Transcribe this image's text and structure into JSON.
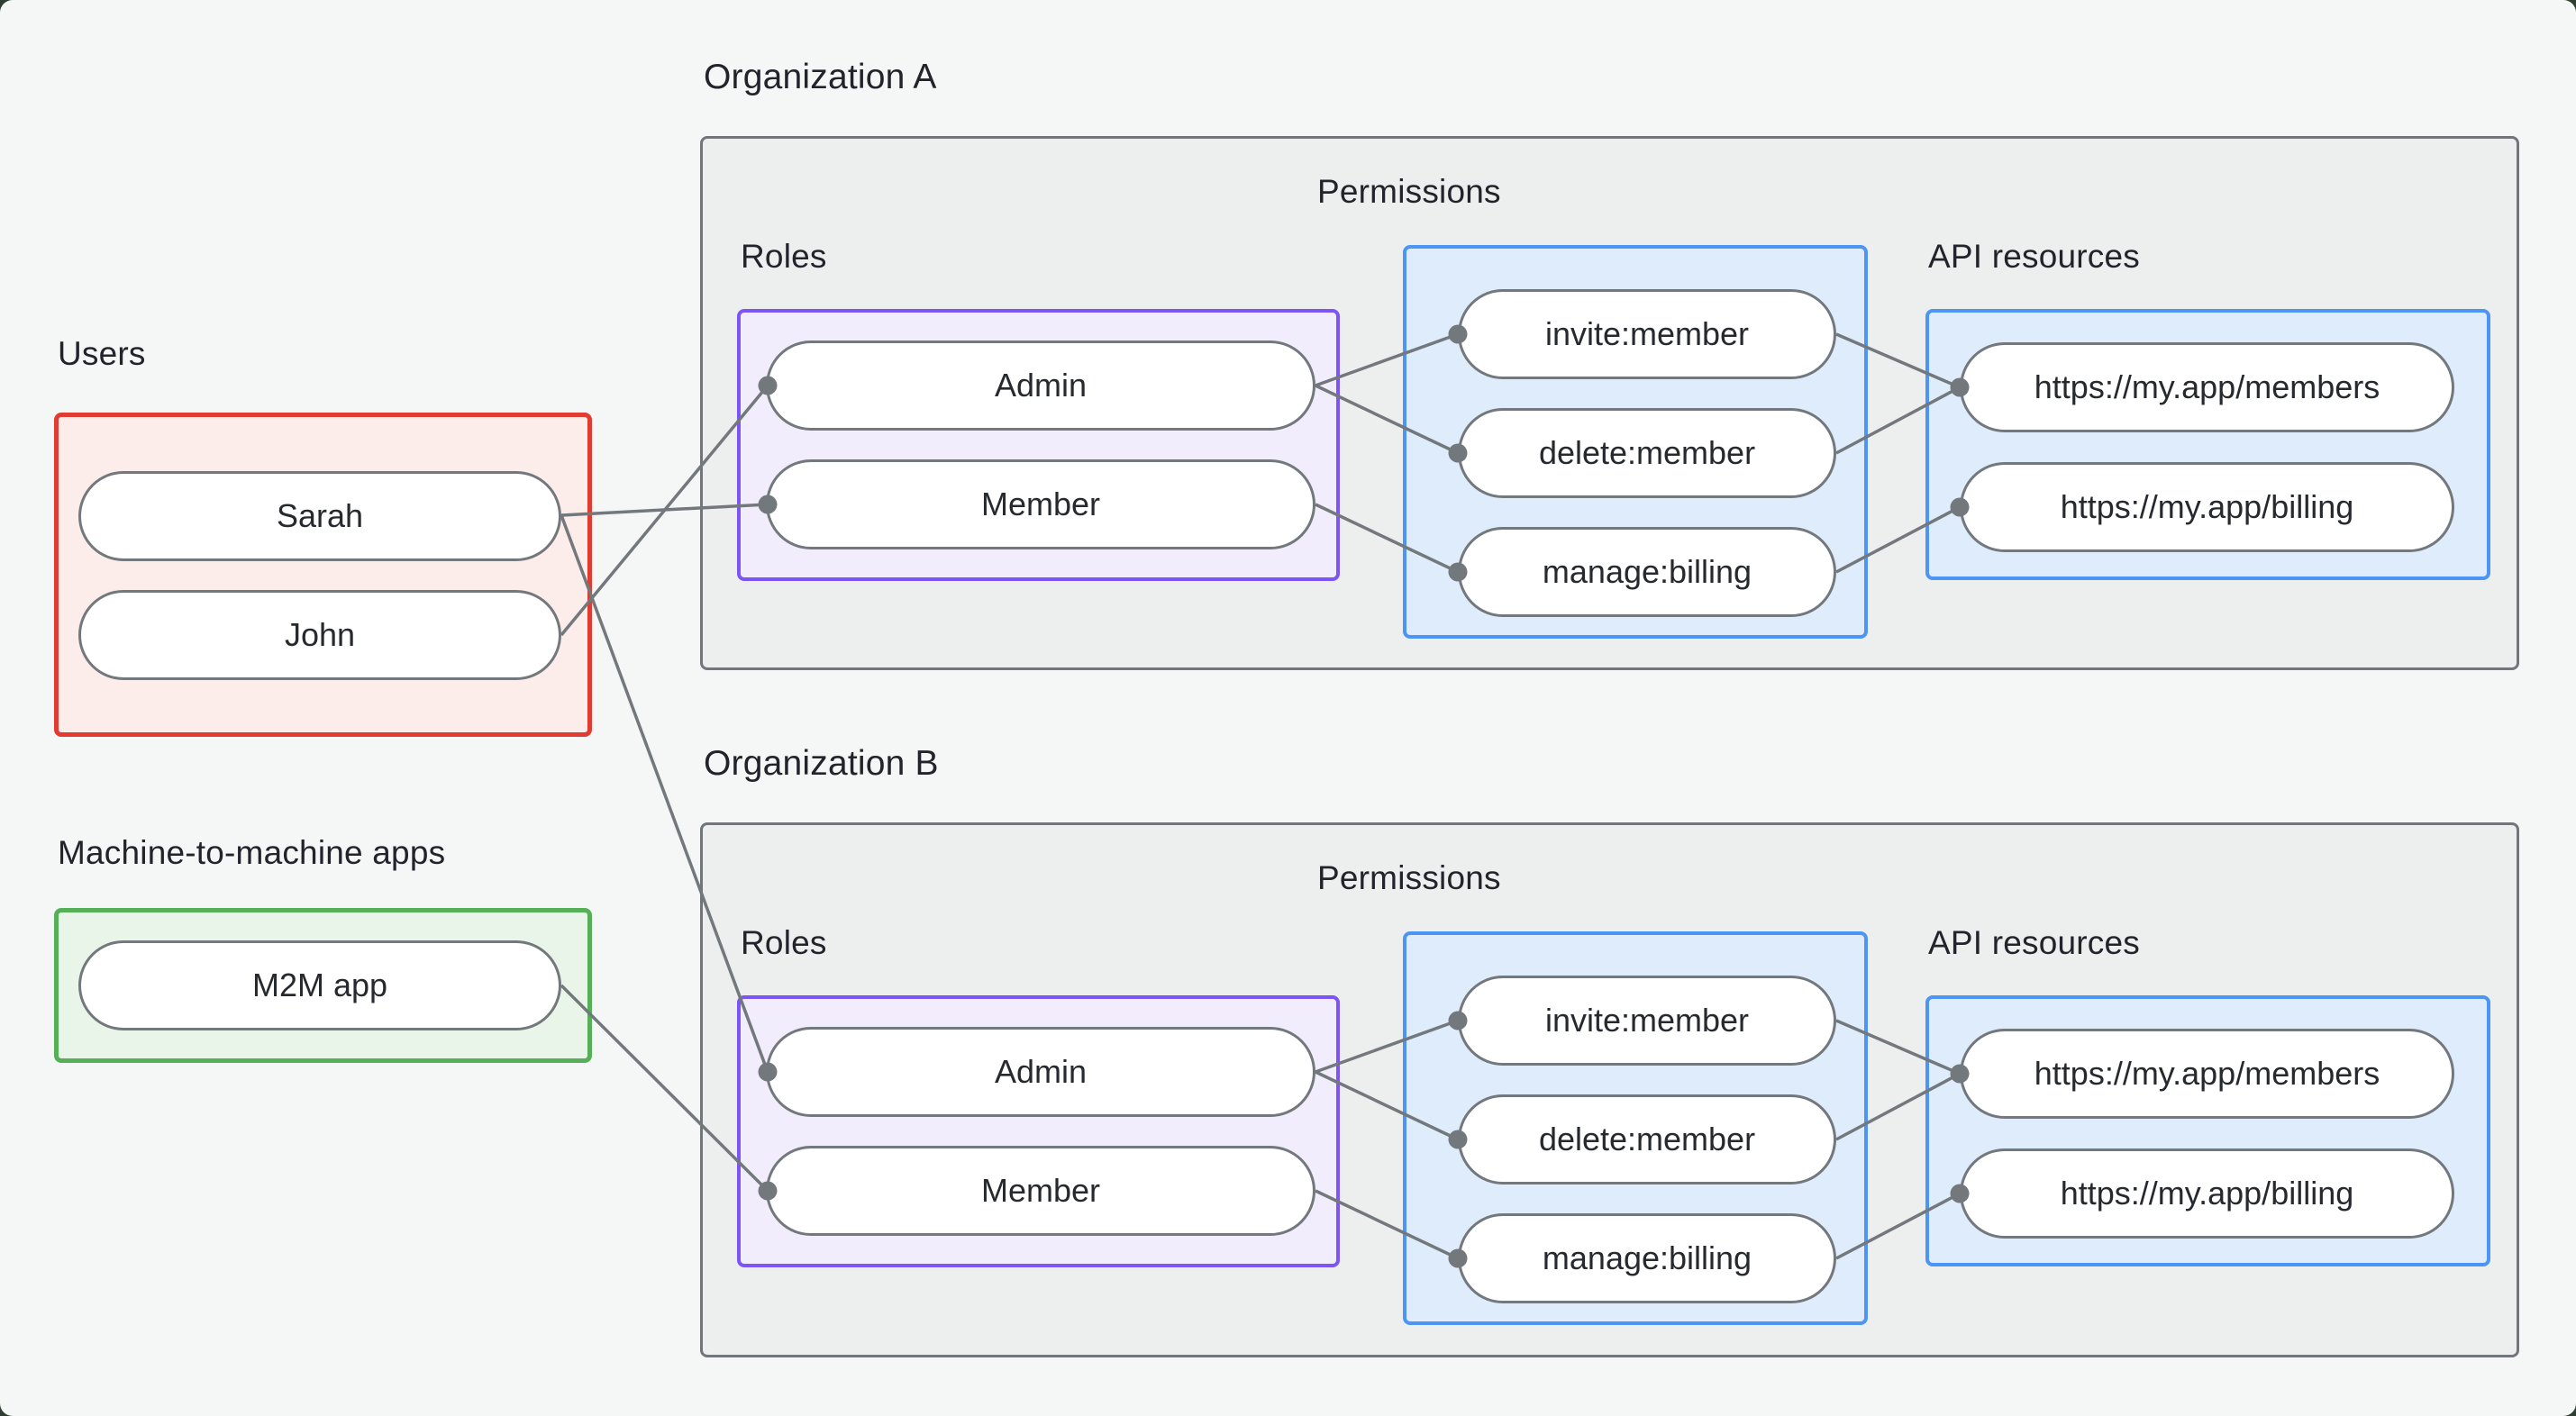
{
  "diagram": {
    "users_section": {
      "label": "Users",
      "nodes": [
        {
          "id": "sarah",
          "label": "Sarah"
        },
        {
          "id": "john",
          "label": "John"
        }
      ]
    },
    "m2m_section": {
      "label": "Machine-to-machine apps",
      "nodes": [
        {
          "id": "m2m-app",
          "label": "M2M app"
        }
      ]
    },
    "organizations": [
      {
        "id": "org-a",
        "title": "Organization A",
        "roles": {
          "label": "Roles",
          "nodes": [
            {
              "id": "org-a-admin",
              "label": "Admin"
            },
            {
              "id": "org-a-member",
              "label": "Member"
            }
          ]
        },
        "permissions": {
          "label": "Permissions",
          "nodes": [
            {
              "id": "org-a-invite",
              "label": "invite:member"
            },
            {
              "id": "org-a-delete",
              "label": "delete:member"
            },
            {
              "id": "org-a-manage",
              "label": "manage:billing"
            }
          ]
        },
        "api_resources": {
          "label": "API resources",
          "nodes": [
            {
              "id": "org-a-members-api",
              "label": "https://my.app/members"
            },
            {
              "id": "org-a-billing-api",
              "label": "https://my.app/billing"
            }
          ]
        }
      },
      {
        "id": "org-b",
        "title": "Organization B",
        "roles": {
          "label": "Roles",
          "nodes": [
            {
              "id": "org-b-admin",
              "label": "Admin"
            },
            {
              "id": "org-b-member",
              "label": "Member"
            }
          ]
        },
        "permissions": {
          "label": "Permissions",
          "nodes": [
            {
              "id": "org-b-invite",
              "label": "invite:member"
            },
            {
              "id": "org-b-delete",
              "label": "delete:member"
            },
            {
              "id": "org-b-manage",
              "label": "manage:billing"
            }
          ]
        },
        "api_resources": {
          "label": "API resources",
          "nodes": [
            {
              "id": "org-b-members-api",
              "label": "https://my.app/members"
            },
            {
              "id": "org-b-billing-api",
              "label": "https://my.app/billing"
            }
          ]
        }
      }
    ],
    "edges": [
      [
        "sarah",
        "org-a-member"
      ],
      [
        "john",
        "org-a-admin"
      ],
      [
        "sarah",
        "org-b-admin"
      ],
      [
        "m2m-app",
        "org-b-member"
      ],
      [
        "org-a-admin",
        "org-a-invite"
      ],
      [
        "org-a-admin",
        "org-a-delete"
      ],
      [
        "org-a-member",
        "org-a-manage"
      ],
      [
        "org-a-invite",
        "org-a-members-api"
      ],
      [
        "org-a-delete",
        "org-a-members-api"
      ],
      [
        "org-a-manage",
        "org-a-billing-api"
      ],
      [
        "org-b-admin",
        "org-b-invite"
      ],
      [
        "org-b-admin",
        "org-b-delete"
      ],
      [
        "org-b-member",
        "org-b-manage"
      ],
      [
        "org-b-invite",
        "org-b-members-api"
      ],
      [
        "org-b-delete",
        "org-b-members-api"
      ],
      [
        "org-b-manage",
        "org-b-billing-api"
      ]
    ],
    "colors": {
      "page_background": "#f5f7f6",
      "backdrop": "#2e3e31",
      "users_border": "#e23b31",
      "users_fill": "#fcedeb",
      "m2m_border": "#55b057",
      "m2m_fill": "#eaf5ea",
      "roles_border": "#7d55f5",
      "roles_fill": "#f2edfc",
      "permissions_border": "#4c95f5",
      "permissions_fill": "#deecfc",
      "org_border": "#70767b",
      "org_fill": "#edefee",
      "edge_line": "#73787d",
      "node_border": "#73787d",
      "node_fill": "#ffffff"
    }
  }
}
